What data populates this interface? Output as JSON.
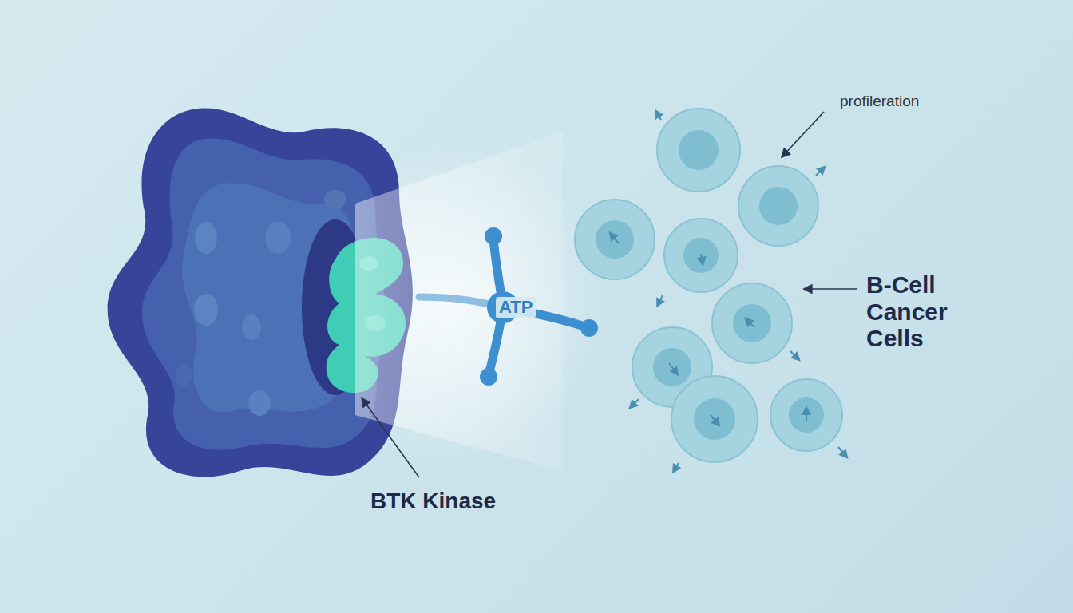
{
  "diagram": {
    "labels": [
      "profileration",
      "ATP",
      "B-Cell Cancer Cells",
      "BTK Kinase"
    ]
  }
}
